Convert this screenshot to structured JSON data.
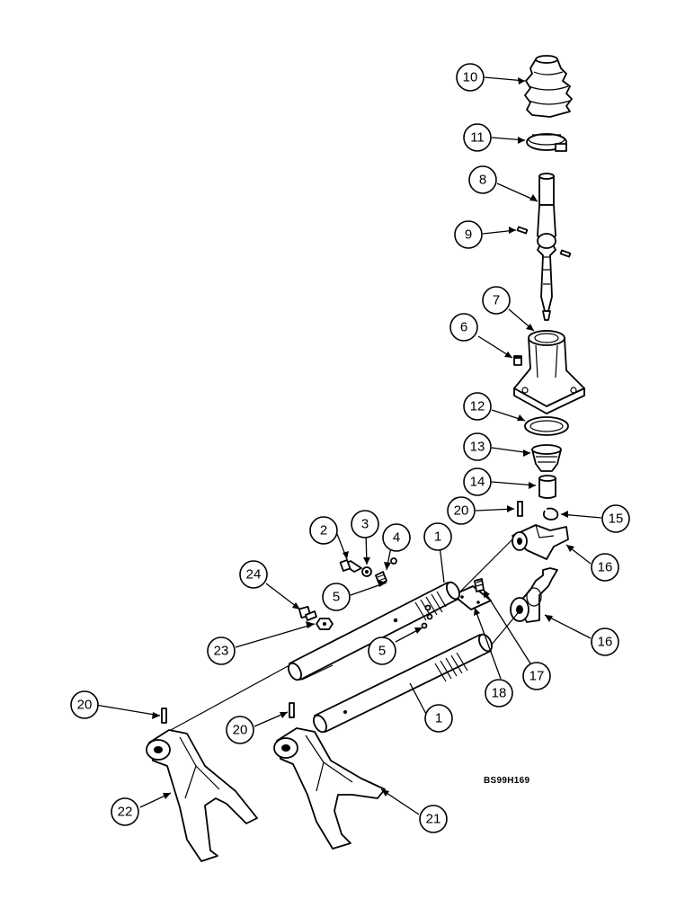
{
  "figure_code": "BS99H169",
  "callouts": [
    {
      "id": "c10",
      "label": "10"
    },
    {
      "id": "c11",
      "label": "11"
    },
    {
      "id": "c8",
      "label": "8"
    },
    {
      "id": "c9",
      "label": "9"
    },
    {
      "id": "c7",
      "label": "7"
    },
    {
      "id": "c6",
      "label": "6"
    },
    {
      "id": "c12",
      "label": "12"
    },
    {
      "id": "c13",
      "label": "13"
    },
    {
      "id": "c14",
      "label": "14"
    },
    {
      "id": "c20a",
      "label": "20"
    },
    {
      "id": "c15",
      "label": "15"
    },
    {
      "id": "c2",
      "label": "2"
    },
    {
      "id": "c3",
      "label": "3"
    },
    {
      "id": "c4",
      "label": "4"
    },
    {
      "id": "c1a",
      "label": "1"
    },
    {
      "id": "c16a",
      "label": "16"
    },
    {
      "id": "c24",
      "label": "24"
    },
    {
      "id": "c5a",
      "label": "5"
    },
    {
      "id": "c23",
      "label": "23"
    },
    {
      "id": "c5b",
      "label": "5"
    },
    {
      "id": "c16b",
      "label": "16"
    },
    {
      "id": "c17",
      "label": "17"
    },
    {
      "id": "c18",
      "label": "18"
    },
    {
      "id": "c20b",
      "label": "20"
    },
    {
      "id": "c20c",
      "label": "20"
    },
    {
      "id": "c1b",
      "label": "1"
    },
    {
      "id": "c22",
      "label": "22"
    },
    {
      "id": "c21",
      "label": "21"
    }
  ]
}
